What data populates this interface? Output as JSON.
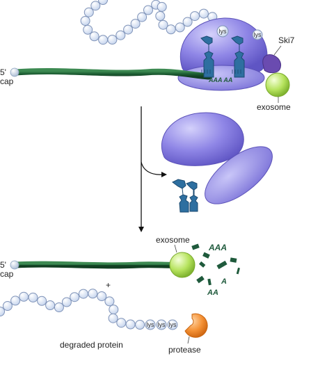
{
  "labels": {
    "cap_top": [
      "5'",
      "cap"
    ],
    "cap_bottom": [
      "5'",
      "cap"
    ],
    "ski7": "Ski7",
    "exosome_top": "exosome",
    "exosome_bottom": "exosome",
    "lys_a": "lys",
    "lys_b": "lys",
    "tail_top": "AAA AA",
    "aaa_bottom": "AAA",
    "a_bottom": "A",
    "aa_bottom": "AA",
    "plus": "+",
    "lys_chain": [
      "lys",
      "lys",
      "lys"
    ],
    "degraded_protein": "degraded protein",
    "protease": "protease"
  },
  "colors": {
    "ribosome": "#7a6fd6",
    "mrna": "#1d5e33",
    "exosome": "#b3e05a",
    "ski7": "#6a4bb0",
    "trna": "#2e6fa0",
    "protease": "#f08a2c",
    "bead": "#dce6f5"
  },
  "icons": {
    "ribosome": "ribosome-icon",
    "exosome": "exosome-icon",
    "ski7": "ski7-icon",
    "trna": "trna-icon",
    "protease": "protease-icon",
    "bead": "amino-acid-bead-icon"
  }
}
